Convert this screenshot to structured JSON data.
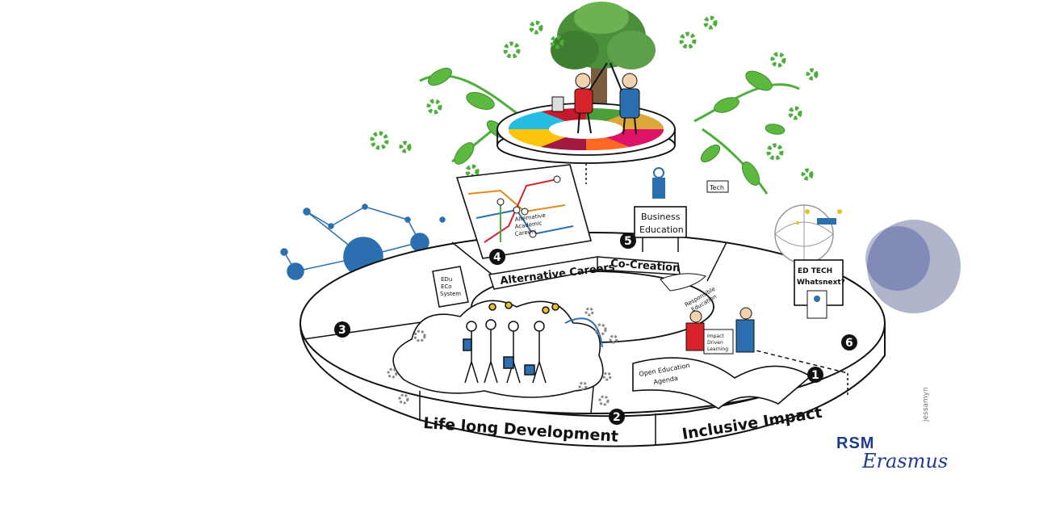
{
  "colors": {
    "ink": "#111111",
    "blue": "#2c6fb0",
    "green": "#4caf3a",
    "red": "#d8232a",
    "gold": "#e8c02a",
    "navy": "#1f3b8f"
  },
  "segments": {
    "s1": {
      "number": "1",
      "label": "Inclusive Impact"
    },
    "s2": {
      "number": "2",
      "label": "Life long Development"
    },
    "s3": {
      "number": "3"
    },
    "s4": {
      "number": "4",
      "label": "Alternative Careers"
    },
    "s5": {
      "number": "5",
      "label": "Co-Creation"
    },
    "s6": {
      "number": "6"
    }
  },
  "signs": {
    "business_education": [
      "Business",
      "Education"
    ],
    "edtech": [
      "ED TECH",
      "Whatsnext?"
    ],
    "edu_eco": [
      "EDu",
      "ECo",
      "System"
    ],
    "alt_academic": [
      "Alternative",
      "Academic",
      "Careers"
    ],
    "responsible": [
      "Responsible",
      "Education"
    ],
    "open_agenda": [
      "Open Education",
      "Agenda"
    ],
    "impact_learning": [
      "Impact",
      "Driven",
      "Learning"
    ],
    "tech": "Tech"
  },
  "logo": {
    "primary": "RSM",
    "secondary": "Erasmus"
  },
  "credit": "jessamyn"
}
